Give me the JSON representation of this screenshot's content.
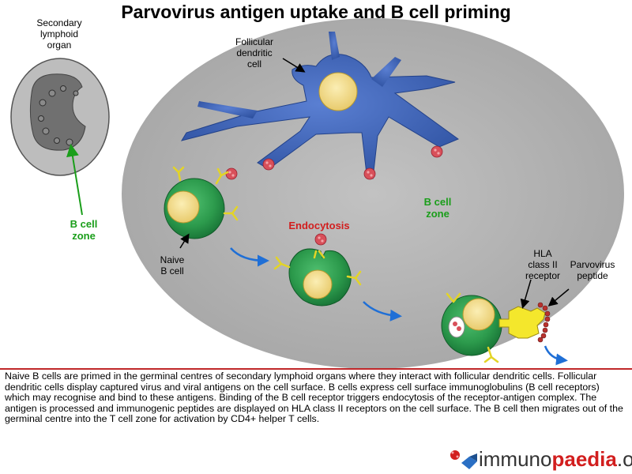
{
  "title": "Parvovirus antigen uptake and B cell priming",
  "labels": {
    "secondary_lymphoid_organ": [
      "Secondary",
      "lymphoid",
      "organ"
    ],
    "follicular_dendritic_cell": [
      "Follicular",
      "dendritic",
      "cell"
    ],
    "b_cell_zone_left": [
      "B cell",
      "zone"
    ],
    "b_cell_zone_right": [
      "B cell",
      "zone"
    ],
    "endocytosis": "Endocytosis",
    "naive_b_cell": [
      "Naive",
      "B cell"
    ],
    "hla_receptor": [
      "HLA",
      "class II",
      "receptor"
    ],
    "parvovirus_peptide": [
      "Parvovirus",
      "peptide"
    ]
  },
  "description": "Naive B cells are primed in the germinal centres of secondary lymphoid organs where they interact with follicular dendritic cells. Follicular dendritic cells display captured virus and viral antigens on the cell surface. B cells express cell surface immunoglobulins (B cell receptors) which may recognise and bind to these antigens. Binding of the B cell receptor triggers endocytosis of the receptor-antigen complex. The antigen is processed and immunogenic peptides are displayed on HLA class II receptors on the cell surface. The B cell then migrates out of the germinal centre into the T cell zone for activation by CD4+ helper T cells.",
  "logo": {
    "prefix": "immuno",
    "accent": "paedia",
    "suffix": ".org"
  },
  "colors": {
    "germinal_centre": "#b4b4b4",
    "dendritic_cell": "#3a62b8",
    "b_cell": "#2e9e50",
    "nucleus": "#f3dc8a",
    "receptor": "#e3d426",
    "virus": "#d8505a",
    "arrow": "#1f6fd6",
    "accent_green": "#1a9e1a",
    "accent_red": "#d21e1e"
  }
}
